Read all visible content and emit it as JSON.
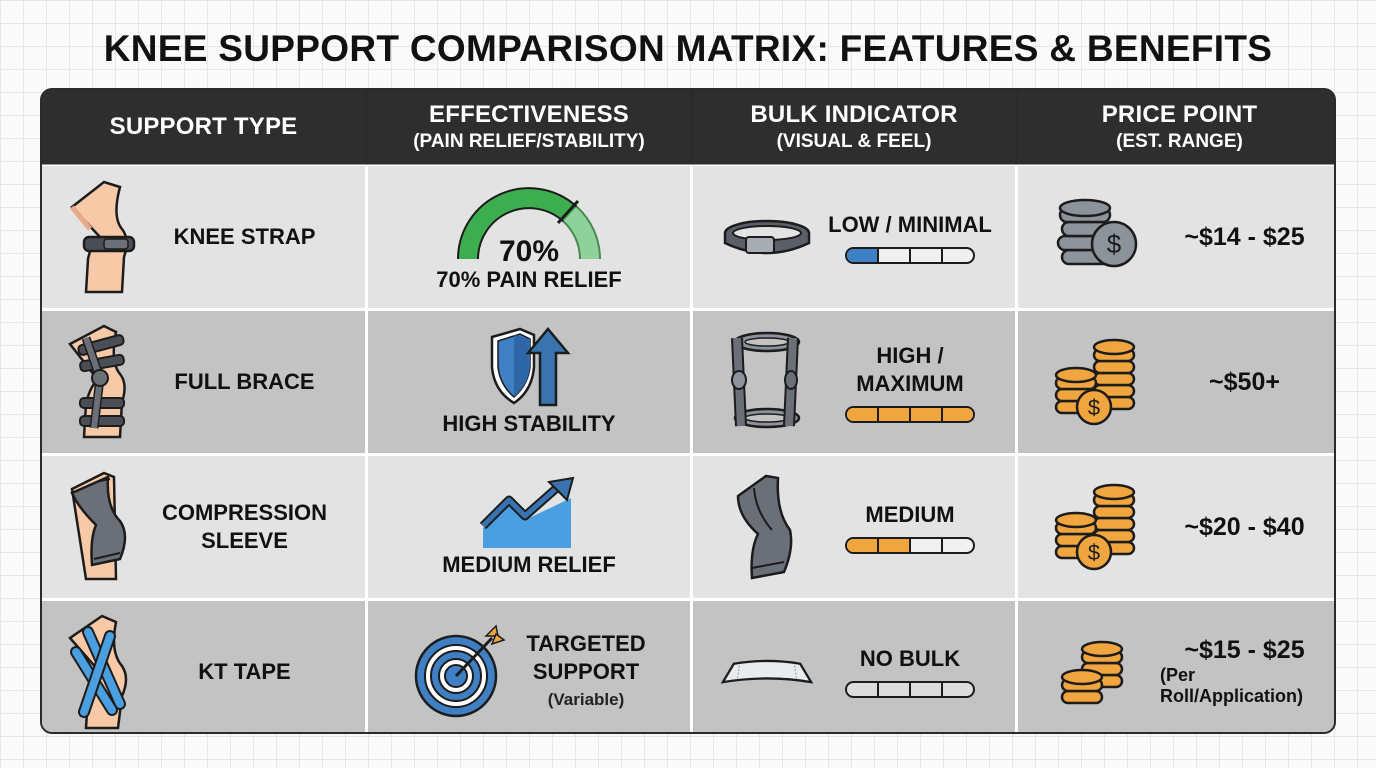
{
  "title": "KNEE SUPPORT COMPARISON MATRIX: FEATURES & BENEFITS",
  "headers": [
    {
      "title": "SUPPORT TYPE",
      "subtitle": ""
    },
    {
      "title": "EFFECTIVENESS",
      "subtitle": "(PAIN RELIEF/STABILITY)"
    },
    {
      "title": "BULK INDICATOR",
      "subtitle": "(VISUAL & FEEL)"
    },
    {
      "title": "PRICE POINT",
      "subtitle": "(EST. RANGE)"
    }
  ],
  "rows": [
    {
      "type": {
        "line1": "KNEE STRAP",
        "line2": "",
        "icon": "knee-strap-icon"
      },
      "effectiveness": {
        "gauge_value": "70%",
        "label": "70% PAIN RELIEF",
        "icon": "gauge-icon",
        "percent": 70
      },
      "bulk": {
        "line1": "LOW / MINIMAL",
        "line2": "",
        "icon": "strap-band-icon",
        "filled_segments": 1,
        "fill_color": "#3f7fc4"
      },
      "price": {
        "value": "~$14 - $25",
        "sub": "",
        "icon": "gray-coins-icon"
      }
    },
    {
      "type": {
        "line1": "FULL BRACE",
        "line2": "",
        "icon": "full-brace-icon"
      },
      "effectiveness": {
        "label": "HIGH STABILITY",
        "icon": "shield-arrow-icon"
      },
      "bulk": {
        "line1": "HIGH /",
        "line2": "MAXIMUM",
        "icon": "brace-frame-icon",
        "filled_segments": 4,
        "fill_color": "#f0a53f"
      },
      "price": {
        "value": "~$50+",
        "sub": "",
        "icon": "gold-coins-stacks-icon"
      }
    },
    {
      "type": {
        "line1": "COMPRESSION",
        "line2": "SLEEVE",
        "icon": "compression-sleeve-icon"
      },
      "effectiveness": {
        "label": "MEDIUM RELIEF",
        "icon": "trend-chart-icon"
      },
      "bulk": {
        "line1": "MEDIUM",
        "line2": "",
        "icon": "sleeve-icon",
        "filled_segments": 2,
        "fill_color": "#f0a53f"
      },
      "price": {
        "value": "~$20 - $40",
        "sub": "",
        "icon": "gold-coins-stacks-icon"
      }
    },
    {
      "type": {
        "line1": "KT TAPE",
        "line2": "",
        "icon": "kt-tape-icon"
      },
      "effectiveness": {
        "line1": "TARGETED",
        "line2": "SUPPORT",
        "sub": "(Variable)",
        "icon": "target-icon"
      },
      "bulk": {
        "line1": "NO BULK",
        "line2": "",
        "icon": "tape-strip-icon",
        "filled_segments": 0,
        "fill_color": "#f0a53f"
      },
      "price": {
        "value": "~$15 - $25",
        "sub": "(Per Roll/Application)",
        "icon": "small-gold-coins-icon"
      }
    }
  ],
  "colors": {
    "header_bg": "#2e2e2e",
    "row_light": "#e3e3e3",
    "row_dark": "#c3c3c3",
    "gauge_green": "#3dae4f",
    "gauge_light_green": "#8fd19a",
    "blue": "#3f7fc4",
    "orange": "#f0a53f",
    "skin": "#f7c9a6"
  }
}
